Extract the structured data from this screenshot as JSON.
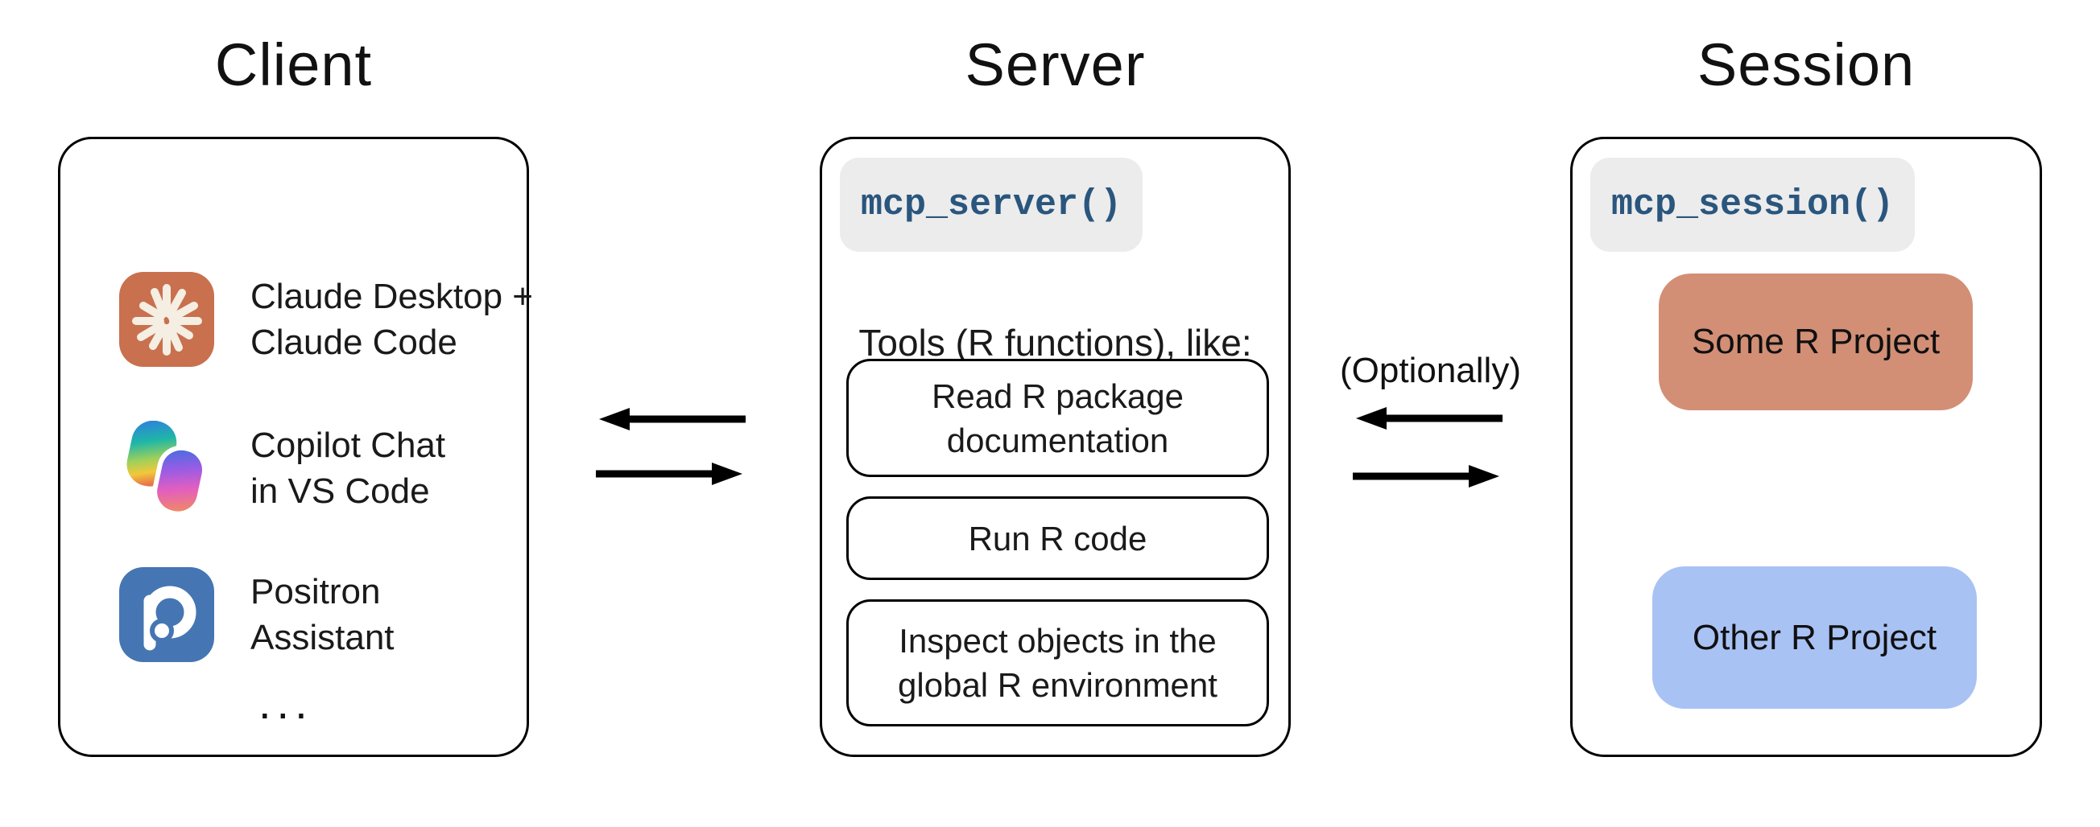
{
  "client": {
    "title": "Client",
    "items": [
      {
        "icon": "claude-icon",
        "line1": "Claude Desktop +",
        "line2": "Claude Code"
      },
      {
        "icon": "copilot-icon",
        "line1": "Copilot Chat",
        "line2": "in VS Code"
      },
      {
        "icon": "positron-icon",
        "line1": "Positron",
        "line2": "Assistant"
      }
    ],
    "ellipsis": "..."
  },
  "server": {
    "title": "Server",
    "code": "mcp_server()",
    "tools_heading": "Tools (R functions), like:",
    "tools": [
      {
        "label": "Read R package documentation"
      },
      {
        "label": "Run R code"
      },
      {
        "label": "Inspect objects in the global R environment"
      }
    ]
  },
  "session": {
    "title": "Session",
    "code": "mcp_session()",
    "projects": [
      {
        "label": "Some R Project",
        "color": "#d28f76"
      },
      {
        "label": "Other R Project",
        "color": "#a9c2f4"
      }
    ]
  },
  "connections": {
    "optionally": "(Optionally)"
  },
  "colors": {
    "claude_icon_bg": "#c9704e",
    "claude_starburst": "#f5eee3",
    "positron_icon_bg": "#4576b3",
    "code_text": "#2a567e",
    "code_chip_bg": "#ececec",
    "arrow": "#000000",
    "panel_border": "#000000"
  }
}
